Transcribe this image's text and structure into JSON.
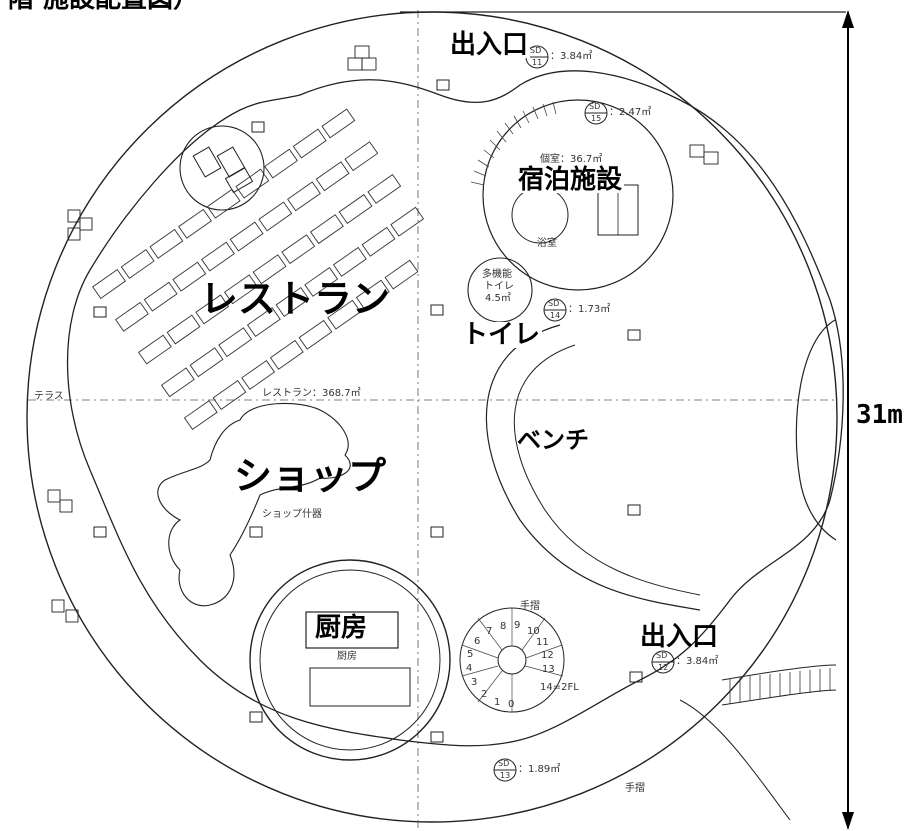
{
  "header_fragment": "階 施設配置図）",
  "dimension": "31m",
  "labels": {
    "entrance_top": "出入口",
    "entrance_right": "出入口",
    "lodging": "宿泊施設",
    "restaurant": "レストラン",
    "toilet": "トイレ",
    "bench": "ベンチ",
    "shop": "ショップ",
    "kitchen": "厨房"
  },
  "annotations": {
    "terrace": "テラス",
    "restaurant_area": "レストラン：368.7㎡",
    "room_area": "個室：36.7㎡",
    "bath": "浴室",
    "multi_toilet_line1": "多機能",
    "multi_toilet_line2": "トイレ",
    "multi_toilet_line3": "4.5㎡",
    "shop_fixtures": "ショップ什器",
    "kitchen_small": "厨房",
    "handrail_top": "手摺",
    "handrail_bottom": "手摺",
    "floor_2fl": "14=2FL"
  },
  "sd_tags": [
    {
      "num": "11",
      "area": "：3.84㎡"
    },
    {
      "num": "15",
      "area": "：2.47㎡"
    },
    {
      "num": "14",
      "area": "：1.73㎡"
    },
    {
      "num": "12",
      "area": "：3.84㎡"
    },
    {
      "num": "13",
      "area": "：1.89㎡"
    }
  ],
  "sd_prefix": "SD",
  "stair_steps": [
    "0",
    "1",
    "2",
    "3",
    "4",
    "5",
    "6",
    "7",
    "8",
    "9",
    "10",
    "11",
    "12",
    "13"
  ]
}
